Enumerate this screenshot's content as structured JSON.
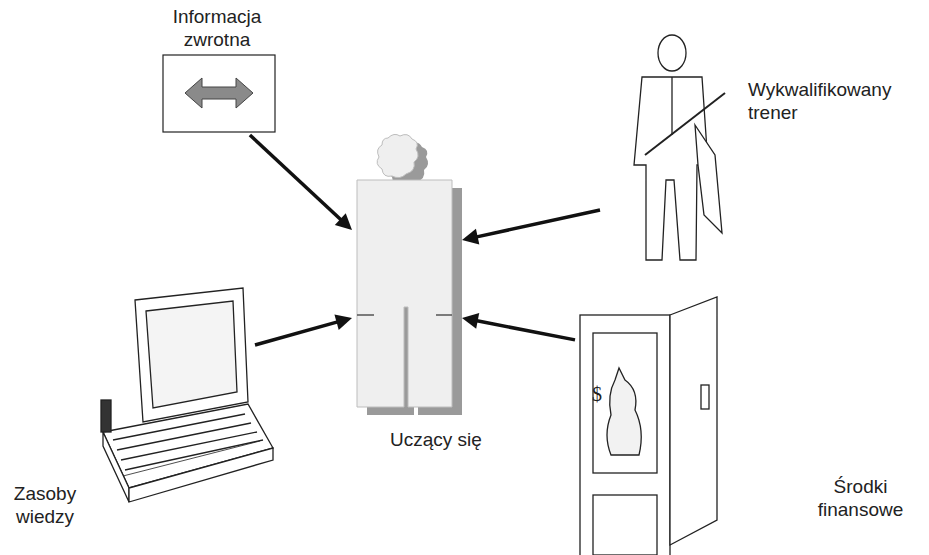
{
  "diagram": {
    "nodes": [
      {
        "text": [
          "Informacja zwrotna"
        ]
      },
      {
        "text": [
          "Wykwalifikowany trener"
        ]
      },
      {
        "text": [
          "Uczący się"
        ]
      },
      {
        "text": [
          "Zasoby wiedzy"
        ]
      },
      {
        "text": [
          "Środki finansowe"
        ]
      }
    ],
    "edges": [
      {
        "from": 0,
        "to": 2,
        "arrow": "to"
      },
      {
        "from": 1,
        "to": 2,
        "arrow": "to"
      },
      {
        "from": 3,
        "to": 2,
        "arrow": "to"
      },
      {
        "from": 4,
        "to": 2,
        "arrow": "to"
      }
    ],
    "labels": [
      "$"
    ]
  }
}
